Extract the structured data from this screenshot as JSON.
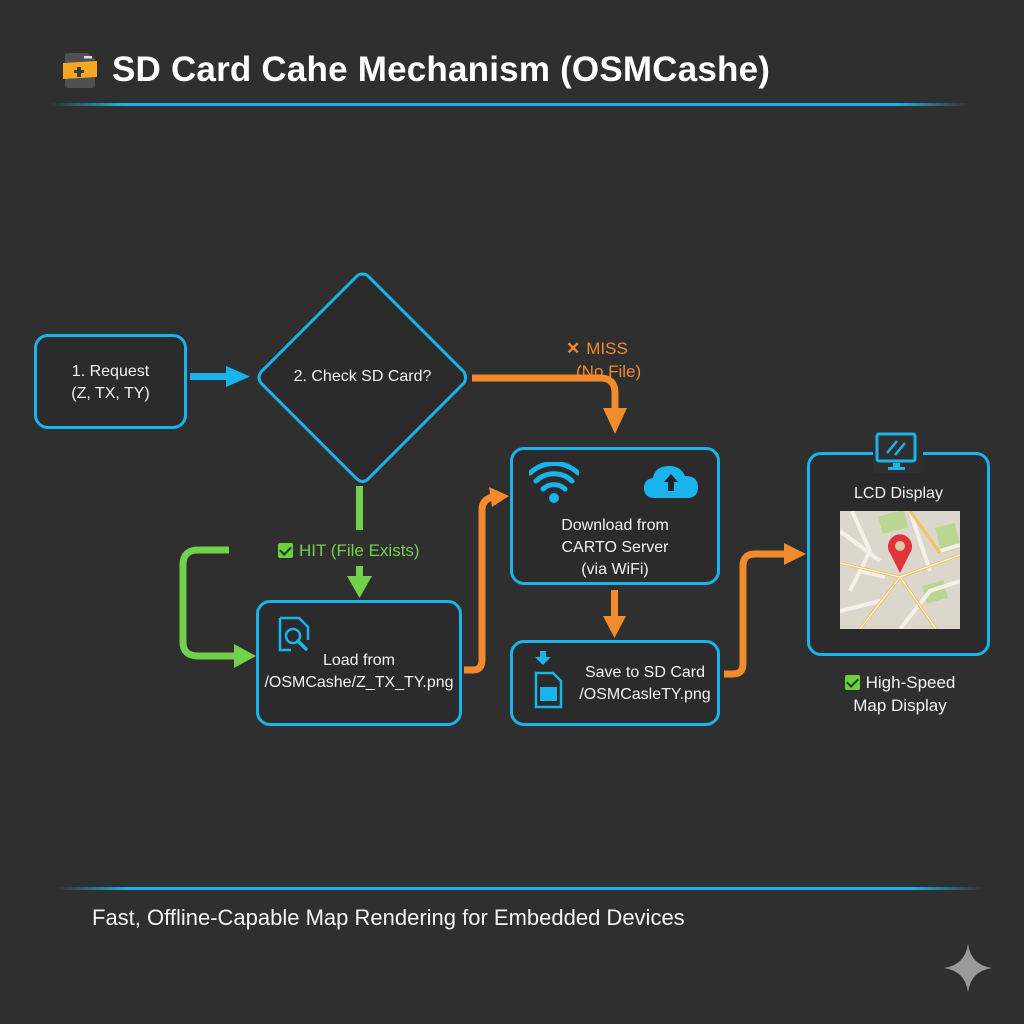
{
  "header": {
    "icon": "sd-card-icon",
    "title": "SD Card Cahe Mechanism (OSMCashe)"
  },
  "nodes": {
    "request": {
      "line1": "1. Request",
      "line2": "(Z, TX, TY)"
    },
    "check": {
      "label": "2. Check SD Card?"
    },
    "download": {
      "line1": "Download from",
      "line2": "CARTO Server",
      "line3": "(via WiFi)",
      "icons": [
        "wifi-icon",
        "cloud-upload-icon"
      ]
    },
    "load": {
      "line1": "Load from",
      "line2": "/OSMCashe/Z_TX_TY.png",
      "icon": "file-search-icon"
    },
    "save": {
      "line1": "Save to SD Card",
      "line2": "/OSMCasleTY.png",
      "icon": "sd-card-download-icon"
    },
    "lcd": {
      "title": "LCD Display",
      "icon": "monitor-icon",
      "image": "map-with-pin"
    }
  },
  "edges": {
    "miss_label_1": "MISS",
    "miss_label_2": "(No File)",
    "hit_label": "HIT (File Exists)",
    "result_label_1": "High-Speed",
    "result_label_2": "Map Display"
  },
  "colors": {
    "background": "#2f2f2f",
    "node_border": "#19b4eb",
    "miss": "#f28a2e",
    "hit": "#72d14a",
    "pin": "#e2333b"
  },
  "footer": {
    "tagline": "Fast, Offline-Capable Map Rendering for Embedded Devices"
  }
}
